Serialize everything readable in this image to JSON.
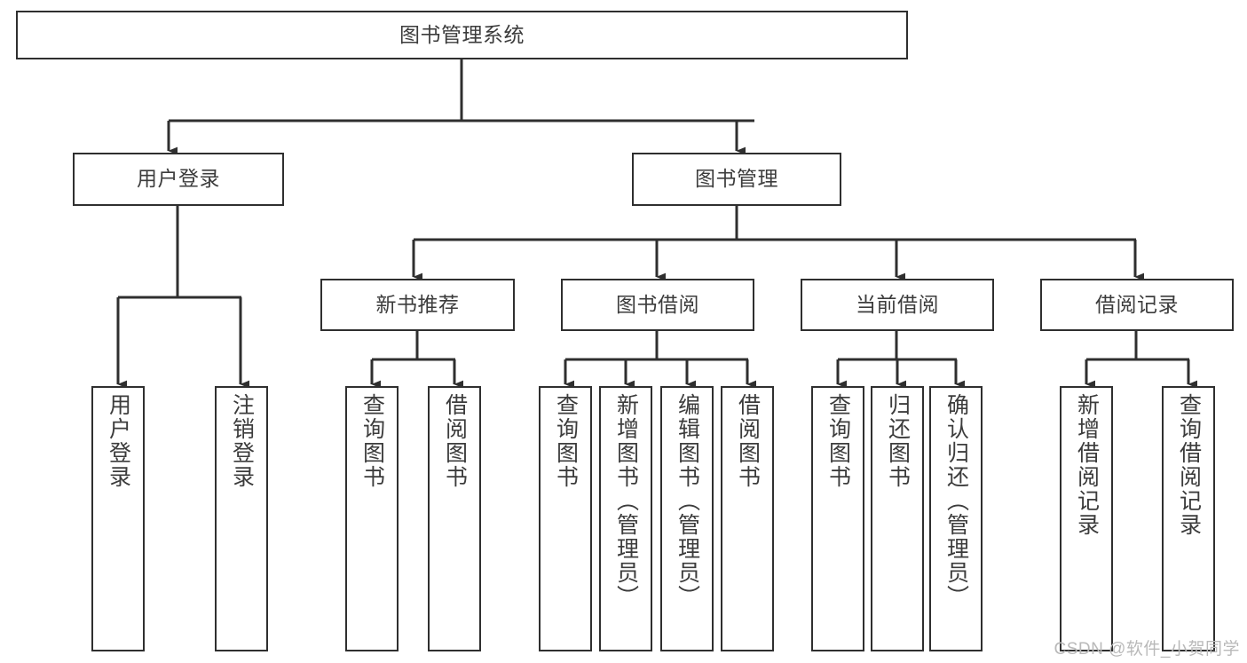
{
  "diagram": {
    "title": "图书管理系统",
    "type": "功能结构图",
    "stroke_color": "#2f2f2f",
    "text_color": "#3c3c3c",
    "background_color": "#ffffff",
    "watermark": "CSDN @软件_小贺同学"
  },
  "nodes": {
    "root": {
      "label": "图书管理系统"
    },
    "level2": [
      {
        "id": "user-login",
        "label": "用户登录"
      },
      {
        "id": "book-management",
        "label": "图书管理"
      }
    ],
    "level3": [
      {
        "id": "new-book-recommend",
        "label": "新书推荐"
      },
      {
        "id": "book-borrow",
        "label": "图书借阅"
      },
      {
        "id": "current-borrow",
        "label": "当前借阅"
      },
      {
        "id": "borrow-record",
        "label": "借阅记录"
      }
    ],
    "leaves": [
      {
        "id": "leaf-user-login",
        "label": "用户登录",
        "parent": "user-login"
      },
      {
        "id": "leaf-logout-login",
        "label": "注销登录",
        "parent": "user-login"
      },
      {
        "id": "leaf-query-book-1",
        "label": "查询图书",
        "parent": "new-book-recommend"
      },
      {
        "id": "leaf-borrow-book-1",
        "label": "借阅图书",
        "parent": "new-book-recommend"
      },
      {
        "id": "leaf-query-book-2",
        "label": "查询图书",
        "parent": "book-borrow"
      },
      {
        "id": "leaf-add-book",
        "label": "新增图书（管理员）",
        "parent": "book-borrow"
      },
      {
        "id": "leaf-edit-book",
        "label": "编辑图书（管理员）",
        "parent": "book-borrow"
      },
      {
        "id": "leaf-borrow-book-2",
        "label": "借阅图书",
        "parent": "book-borrow"
      },
      {
        "id": "leaf-query-book-3",
        "label": "查询图书",
        "parent": "current-borrow"
      },
      {
        "id": "leaf-return-book",
        "label": "归还图书",
        "parent": "current-borrow"
      },
      {
        "id": "leaf-confirm-return",
        "label": "确认归还（管理员）",
        "parent": "current-borrow"
      },
      {
        "id": "leaf-add-record",
        "label": "新增借阅记录",
        "parent": "borrow-record"
      },
      {
        "id": "leaf-query-record",
        "label": "查询借阅记录",
        "parent": "borrow-record"
      }
    ]
  }
}
